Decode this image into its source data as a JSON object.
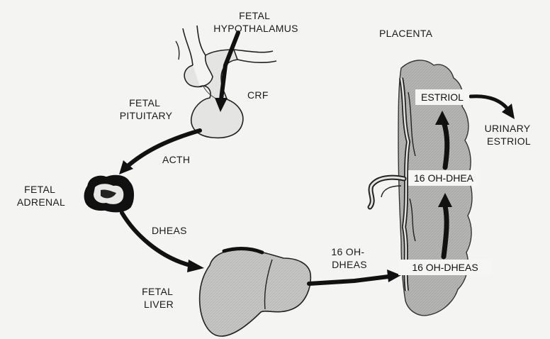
{
  "labels": {
    "fetal_hypothalamus": [
      "FETAL",
      "HYPOTHALAMUS"
    ],
    "placenta": "PLACENTA",
    "crf": "CRF",
    "fetal_pituitary": [
      "FETAL",
      "PITUITARY"
    ],
    "acth": "ACTH",
    "fetal_adrenal": [
      "FETAL",
      "ADRENAL"
    ],
    "dheas": "DHEAS",
    "fetal_liver": [
      "FETAL",
      "LIVER"
    ],
    "oh_dheas_arrow": [
      "16 OH-",
      "DHEAS"
    ],
    "oh_dheas_placenta": "16 OH-DHEAS",
    "oh_dhea": "16 OH-DHEA",
    "estriol": "ESTRIOL",
    "urinary_estriol": [
      "URINARY",
      "ESTRIOL"
    ]
  },
  "colors": {
    "background": "#f4f4f2",
    "organ_fill": "#c9c9c7",
    "placenta_fill": "#b9b9b7",
    "pituitary_fill": "#e6e6e4",
    "arrow": "#111111",
    "label_box": "#f6f6f4"
  }
}
